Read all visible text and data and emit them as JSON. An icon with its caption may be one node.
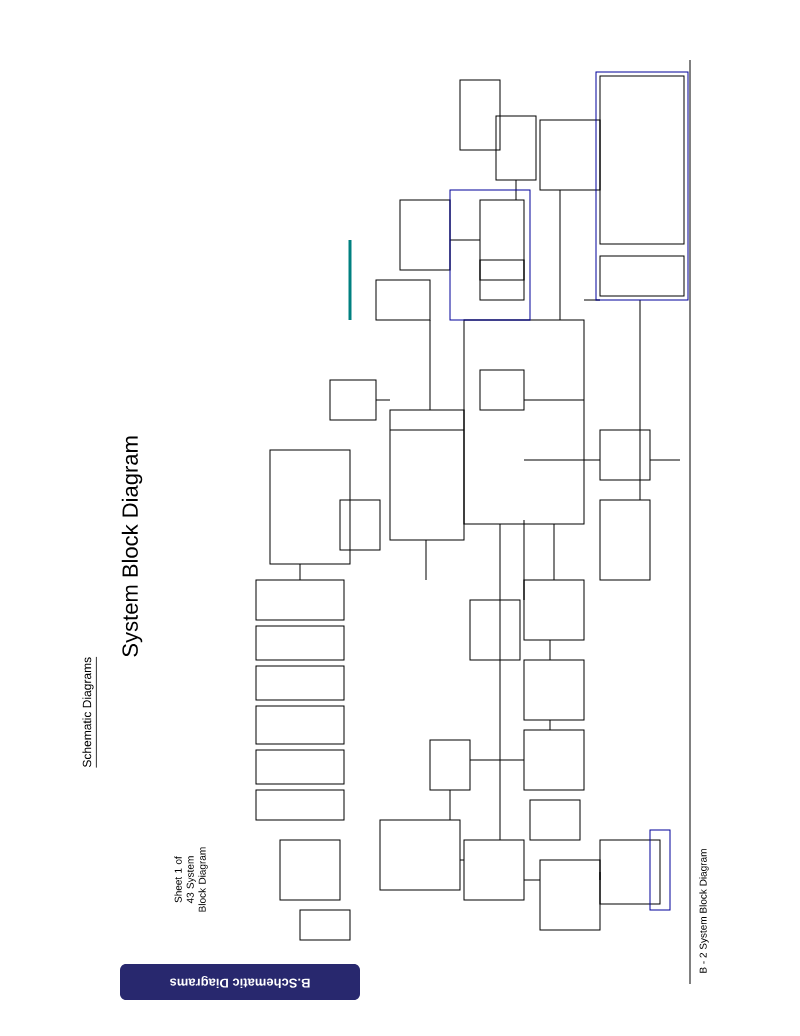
{
  "diagram": {
    "title": "System Block Diagram",
    "nodes": [
      {
        "text": [
          "B.Schematic Diagrams"
        ]
      }
    ],
    "labels": [
      "Schematic Diagrams",
      "Sheet 1 of 43 System Block Diagram",
      "B - 2 System Block Diagram"
    ]
  }
}
